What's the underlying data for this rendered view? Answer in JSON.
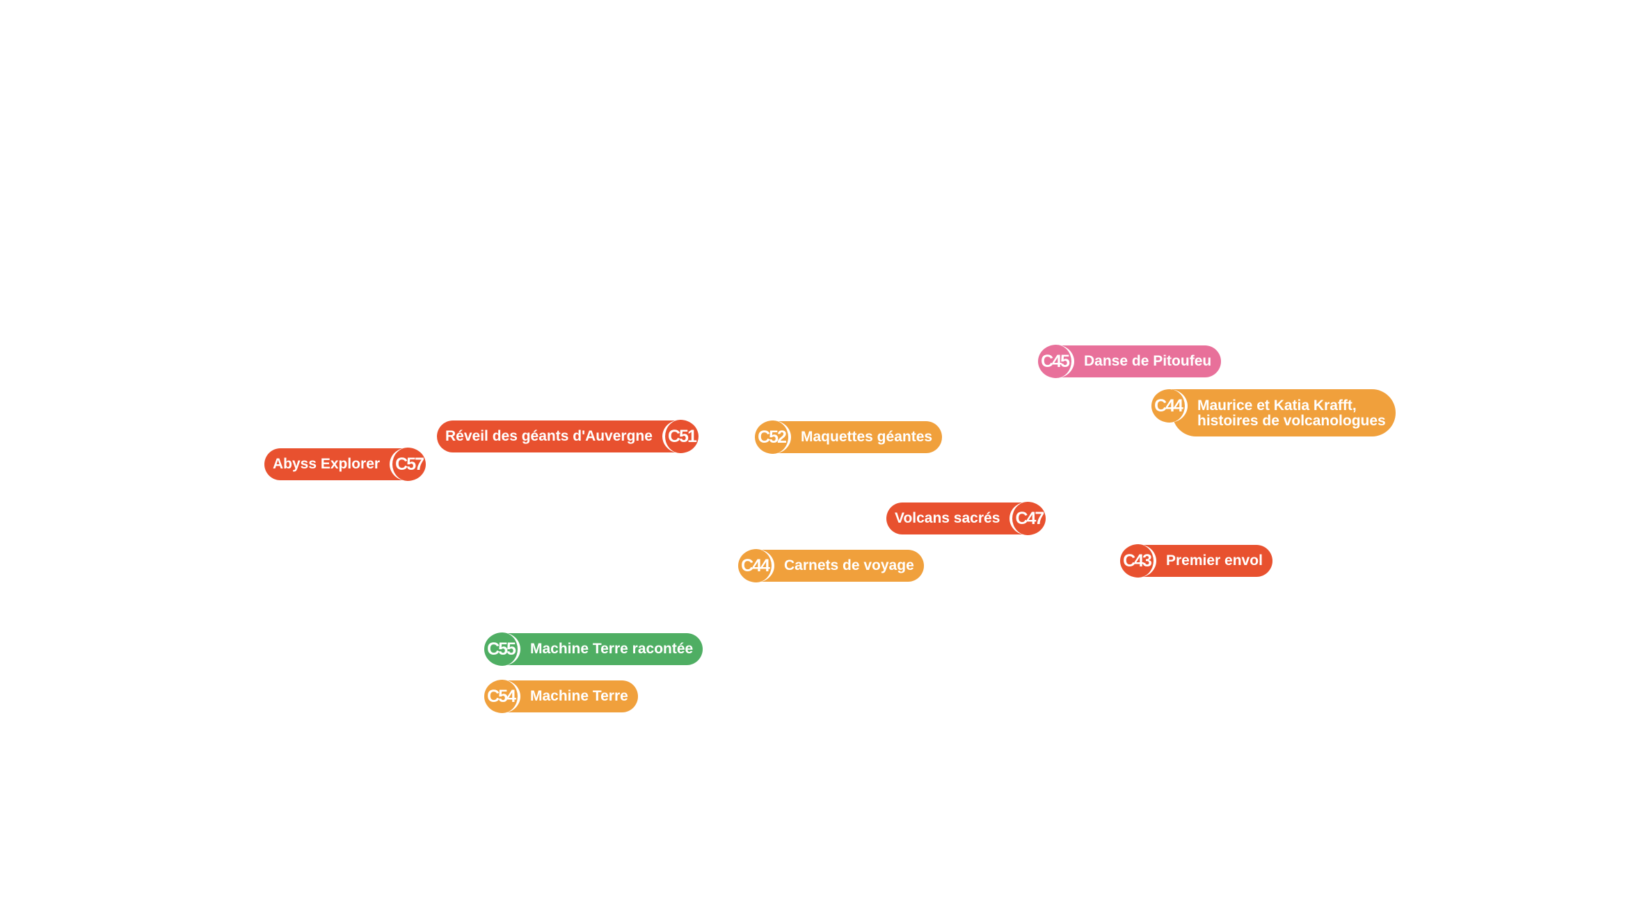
{
  "markers": [
    {
      "code": "C57",
      "label": "Abyss Explorer",
      "color": "#e8512f"
    },
    {
      "code": "C51",
      "label": "Réveil des géants d'Auvergne",
      "color": "#e8512f"
    },
    {
      "code": "C52",
      "label": "Maquettes géantes",
      "color": "#f0a03c"
    },
    {
      "code": "C45",
      "label": "Danse de Pitoufeu",
      "color": "#e8709a"
    },
    {
      "code": "C44",
      "label_line1": "Maurice et Katia Krafft,",
      "label_line2": "histoires de volcanologues",
      "color": "#f0a03c"
    },
    {
      "code": "C47",
      "label": "Volcans sacrés",
      "color": "#e8512f"
    },
    {
      "code": "C44",
      "label": "Carnets de voyage",
      "color": "#f0a03c"
    },
    {
      "code": "C43",
      "label": "Premier envol",
      "color": "#e8512f"
    },
    {
      "code": "C55",
      "label": "Machine Terre racontée",
      "color": "#4fae63"
    },
    {
      "code": "C54",
      "label": "Machine Terre",
      "color": "#f0a03c"
    }
  ]
}
